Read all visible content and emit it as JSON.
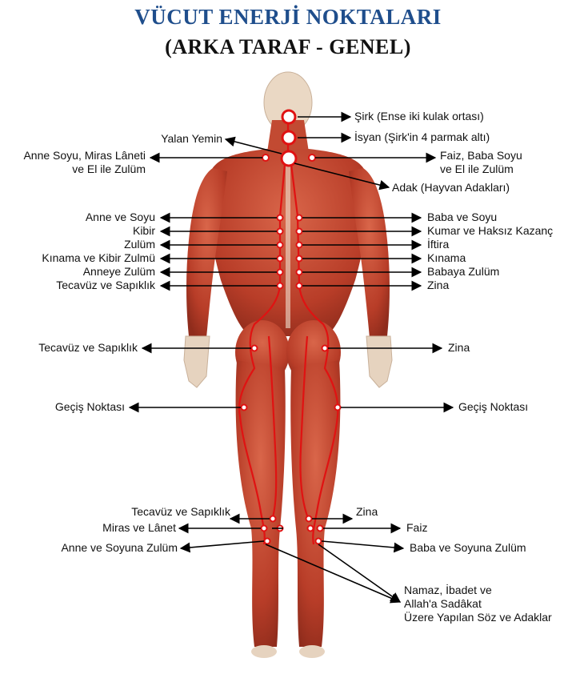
{
  "header": {
    "title": "VÜCUT ENERJİ NOKTALARI",
    "subtitle": "(ARKA TARAF - GENEL)"
  },
  "colors": {
    "title": "#1f4e8c",
    "muscle": "#c0452f",
    "channel": "#e01212",
    "arrow": "#000000"
  },
  "labels": {
    "sirk": "Şirk (Ense iki kulak ortası)",
    "isyan": "İsyan (Şirk'in 4 parmak altı)",
    "yalan_yemin": "Yalan Yemin",
    "anne_soyu_miras": "Anne Soyu, Miras Lâneti\nve El ile Zulüm",
    "faiz_baba": "Faiz, Baba Soyu\nve El ile Zulüm",
    "adak": "Adak (Hayvan Adakları)",
    "left_spine": [
      "Anne ve Soyu",
      "Kibir",
      "Zulüm",
      "Kınama ve Kibir Zulmü",
      "Anneye Zulüm",
      "Tecavüz ve Sapıklık"
    ],
    "right_spine": [
      "Baba ve Soyu",
      "Kumar ve Haksız Kazanç",
      "İftira",
      "Kınama",
      "Babaya Zulüm",
      "Zina"
    ],
    "hip_left": "Tecavüz ve Sapıklık",
    "hip_right": "Zina",
    "thigh_left": "Geçiş Noktası",
    "thigh_right": "Geçiş Noktası",
    "knee_left": [
      "Tecavüz ve Sapıklık",
      "Miras ve Lânet",
      "Anne ve Soyuna Zulüm"
    ],
    "knee_right": [
      "Zina",
      "Faiz",
      "Baba ve Soyuna Zulüm"
    ],
    "namaz": "Namaz, İbadet ve\nAllah'a Sadâkat\nÜzere Yapılan Söz ve Adaklar"
  }
}
